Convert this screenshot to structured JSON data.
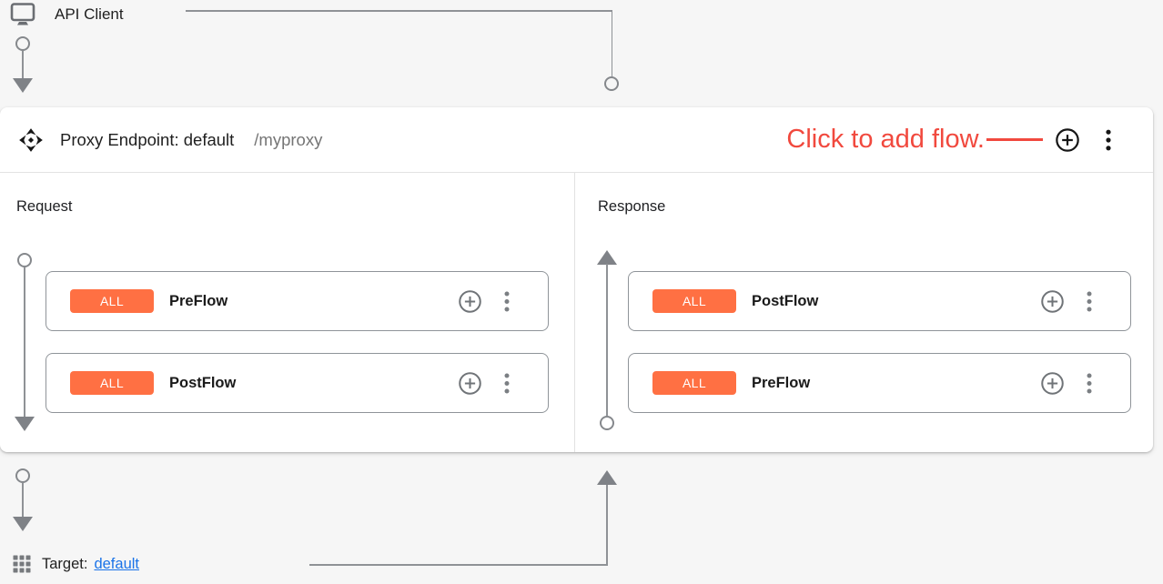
{
  "colors": {
    "badge_orange": "#ff7043",
    "annotation_red": "#f1493e",
    "link_blue": "#1a73e8",
    "connector_gray": "#8f9296"
  },
  "api_client": {
    "icon": "monitor-icon",
    "label": "API Client"
  },
  "proxy_endpoint": {
    "icon": "move-arrows-icon",
    "title": "Proxy Endpoint: default",
    "base_path": "/myproxy",
    "annotation": "Click to add flow.",
    "header_actions": [
      "plus-circle-icon",
      "kebab-menu-icon"
    ],
    "request": {
      "label": "Request",
      "flows": [
        {
          "condition": "ALL",
          "name": "PreFlow"
        },
        {
          "condition": "ALL",
          "name": "PostFlow"
        }
      ]
    },
    "response": {
      "label": "Response",
      "flows": [
        {
          "condition": "ALL",
          "name": "PostFlow"
        },
        {
          "condition": "ALL",
          "name": "PreFlow"
        }
      ]
    }
  },
  "target": {
    "icon": "grid-icon",
    "label": "Target:",
    "link_text": "default"
  }
}
